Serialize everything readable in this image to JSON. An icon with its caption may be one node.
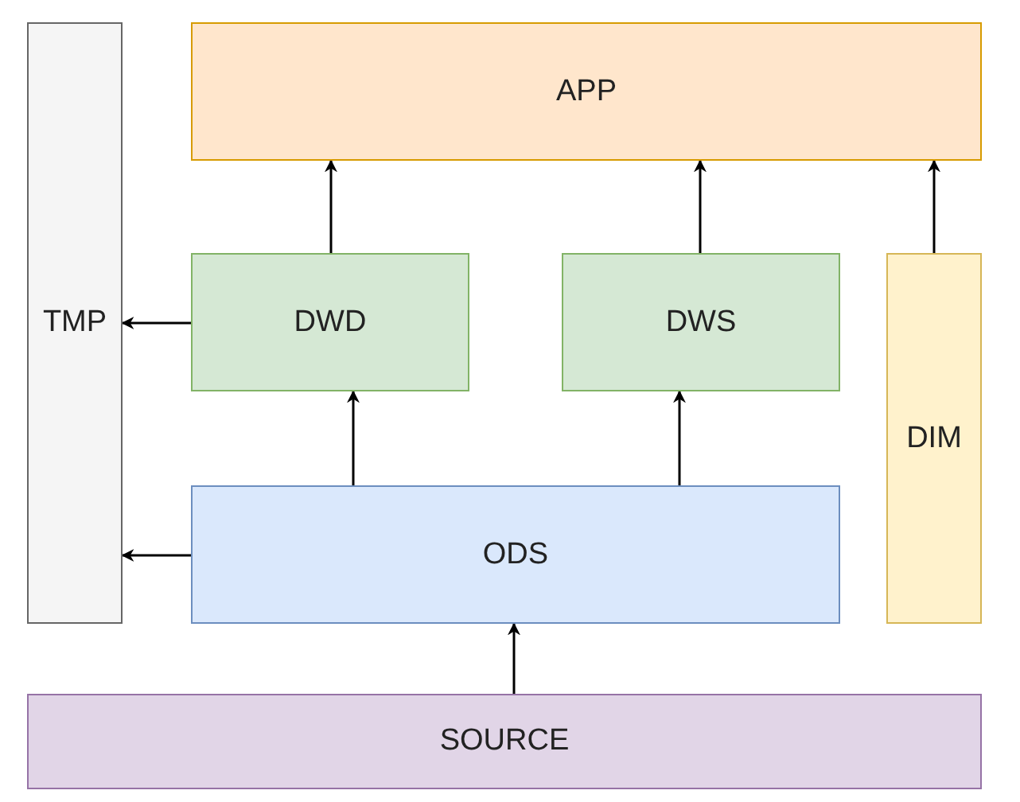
{
  "diagram": {
    "nodes": [
      {
        "text": [
          "APP"
        ]
      },
      {
        "text": [
          "TMP"
        ]
      },
      {
        "text": [
          "DWD"
        ]
      },
      {
        "text": [
          "DWS"
        ]
      },
      {
        "text": [
          "DIM"
        ]
      },
      {
        "text": [
          "ODS"
        ]
      },
      {
        "text": [
          "SOURCE"
        ]
      }
    ],
    "edges": [
      {
        "from": 2,
        "to": 0,
        "arrow": "to"
      },
      {
        "from": 3,
        "to": 0,
        "arrow": "to"
      },
      {
        "from": 4,
        "to": 0,
        "arrow": "to"
      },
      {
        "from": 2,
        "to": 1,
        "arrow": "to"
      },
      {
        "from": 5,
        "to": 2,
        "arrow": "to"
      },
      {
        "from": 5,
        "to": 3,
        "arrow": "to"
      },
      {
        "from": 5,
        "to": 1,
        "arrow": "to"
      },
      {
        "from": 6,
        "to": 5,
        "arrow": "to"
      }
    ]
  }
}
